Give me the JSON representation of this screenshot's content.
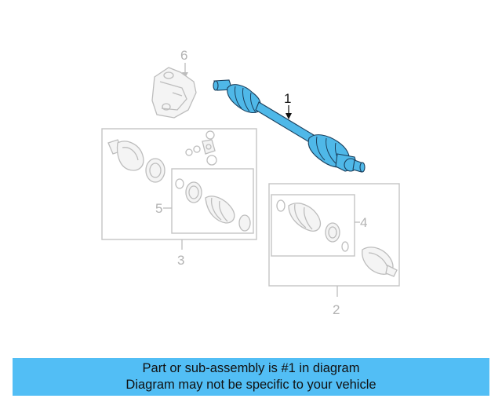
{
  "diagram": {
    "callouts": {
      "c1": "1",
      "c2": "2",
      "c3": "3",
      "c4": "4",
      "c5": "5",
      "c6": "6"
    },
    "colors": {
      "highlight": "#4fb8e8",
      "outline": "#1b3f5c",
      "ghost": "#bdbdbd",
      "banner": "#52bef5"
    }
  },
  "banner": {
    "line1": "Part or sub-assembly is #1 in diagram",
    "line2": "Diagram may not be specific to your vehicle"
  }
}
